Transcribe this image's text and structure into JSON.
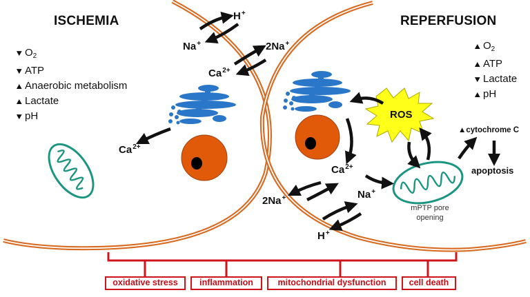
{
  "ischemia": {
    "title": "ISCHEMIA",
    "changes": [
      {
        "direction": "down",
        "symbol": "▼",
        "label": "O",
        "sub": "2"
      },
      {
        "direction": "down",
        "symbol": "▼",
        "label": "ATP",
        "sub": ""
      },
      {
        "direction": "up",
        "symbol": "▲",
        "label": "Anaerobic metabolism",
        "sub": ""
      },
      {
        "direction": "up",
        "symbol": "▲",
        "label": "Lactate",
        "sub": ""
      },
      {
        "direction": "down",
        "symbol": "▼",
        "label": "pH",
        "sub": ""
      }
    ],
    "ions": {
      "h": {
        "base": "H",
        "charge": "+"
      },
      "na": {
        "base": "Na",
        "charge": "+"
      },
      "two_na": {
        "base": "2Na",
        "charge": "+"
      },
      "ca_exchange": {
        "base": "Ca",
        "charge": "2+"
      },
      "ca_release": {
        "base": "Ca",
        "charge": "2+"
      }
    }
  },
  "reperfusion": {
    "title": "REPERFUSION",
    "changes": [
      {
        "direction": "up",
        "symbol": "▲",
        "label": "O",
        "sub": "2"
      },
      {
        "direction": "up",
        "symbol": "▲",
        "label": "ATP",
        "sub": ""
      },
      {
        "direction": "down",
        "symbol": "▼",
        "label": "Lactate",
        "sub": ""
      },
      {
        "direction": "up",
        "symbol": "▲",
        "label": "pH",
        "sub": ""
      }
    ],
    "ions": {
      "ca": {
        "base": "Ca",
        "charge": "2+"
      },
      "two_na": {
        "base": "2Na",
        "charge": "+"
      },
      "na": {
        "base": "Na",
        "charge": "+"
      },
      "h": {
        "base": "H",
        "charge": "+"
      }
    },
    "ros_label": "ROS",
    "mptp_label_line1": "mPTP pore",
    "mptp_label_line2": "opening",
    "cytochrome": {
      "symbol": "▲",
      "label": "cytochrome C"
    },
    "apoptosis_label": "apoptosis"
  },
  "outcomes": [
    "oxidative stress",
    "inflammation",
    "mitochondrial dysfunction",
    "cell death"
  ],
  "colors": {
    "membrane": "#d9691f",
    "golgi_er": "#2a77c9",
    "nucleus": "#e05a0a",
    "mitochondria": "#1a9580",
    "ros_fill": "#ffff1a",
    "outcome_red": "#d0141c"
  }
}
